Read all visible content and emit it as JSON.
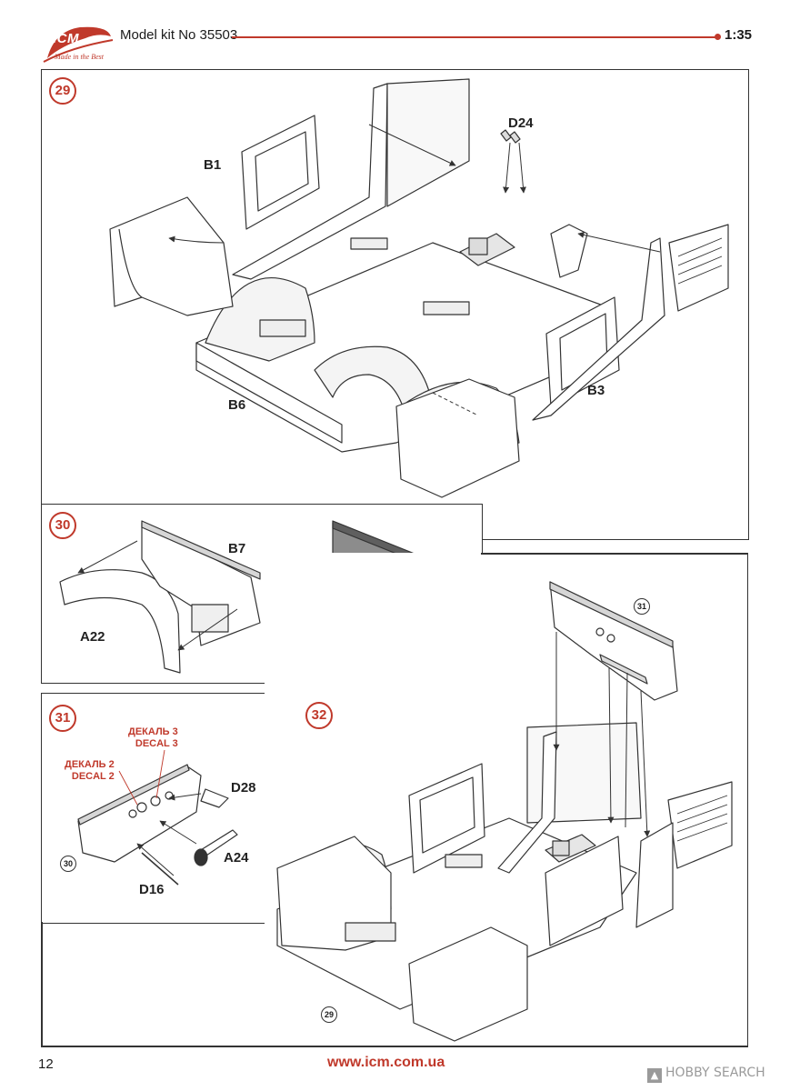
{
  "header": {
    "logo_text": "ICM",
    "logo_tagline": "Made in the Best",
    "kit_number": "Model kit No 35503",
    "scale": "1:35"
  },
  "steps": {
    "s29": {
      "number": "29",
      "labels": {
        "b1": "B1",
        "d24": "D24",
        "b6": "B6",
        "b3": "B3"
      }
    },
    "s30": {
      "number": "30",
      "labels": {
        "b7": "B7",
        "a22": "A22"
      }
    },
    "s31": {
      "number": "31",
      "decal3": [
        "ДЕКАЛЬ 3",
        "DECAL 3"
      ],
      "decal2": [
        "ДЕКАЛЬ 2",
        "DECAL 2"
      ],
      "labels": {
        "d28": "D28",
        "a24": "A24",
        "d16": "D16"
      },
      "ref": "30"
    },
    "s32": {
      "number": "32",
      "ref_top": "31",
      "ref_bottom": "29"
    }
  },
  "footer": {
    "page_number": "12",
    "url": "www.icm.com.ua",
    "watermark": "HOBBY SEARCH"
  },
  "colors": {
    "accent": "#c0392b",
    "line": "#333333",
    "part_shade": "#8c8c8c"
  }
}
